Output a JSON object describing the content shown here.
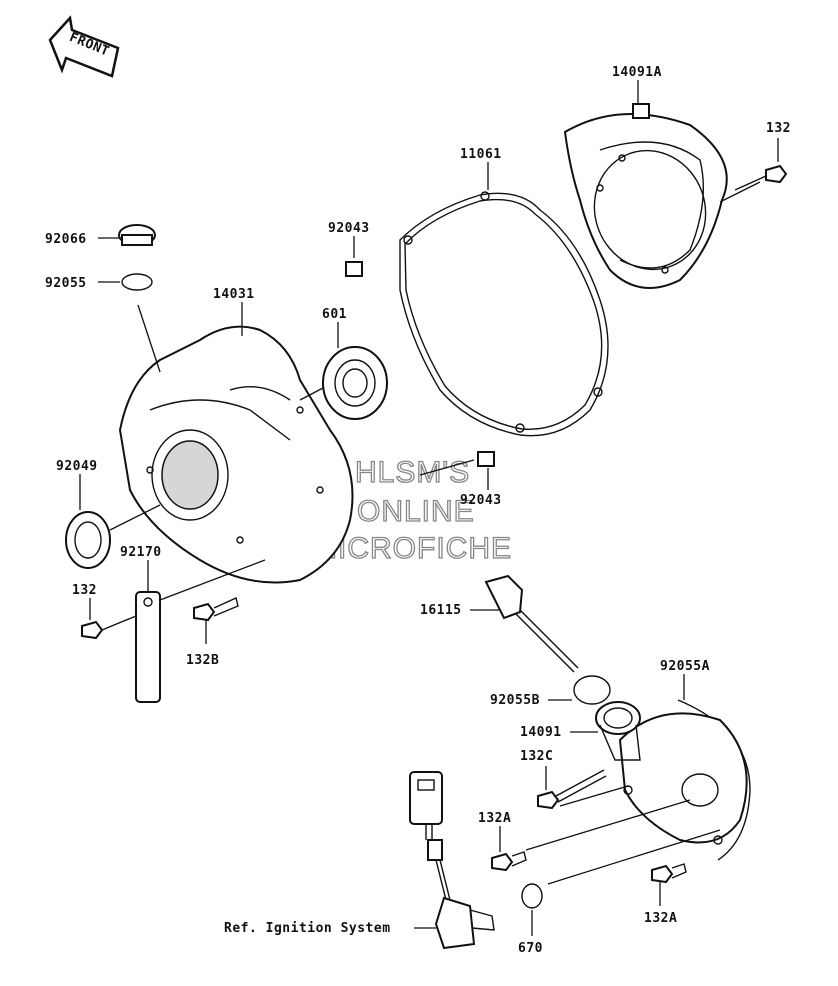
{
  "front_label": "FRONT",
  "reference_label": "Ref. Ignition System",
  "watermark": [
    "HLSM'S",
    "ONLINE",
    "MICROFICHE"
  ],
  "parts": {
    "p14091A": "14091A",
    "p132_top": "132",
    "p11061": "11061",
    "p92043_top": "92043",
    "p92066": "92066",
    "p92055": "92055",
    "p14031": "14031",
    "p601": "601",
    "p92049": "92049",
    "p92043_bottom": "92043",
    "p92170": "92170",
    "p132_left": "132",
    "p132B": "132B",
    "p16115": "16115",
    "p92055A": "92055A",
    "p92055B": "92055B",
    "p14091": "14091",
    "p132C": "132C",
    "p132A_left": "132A",
    "p132A_right": "132A",
    "p670": "670"
  }
}
